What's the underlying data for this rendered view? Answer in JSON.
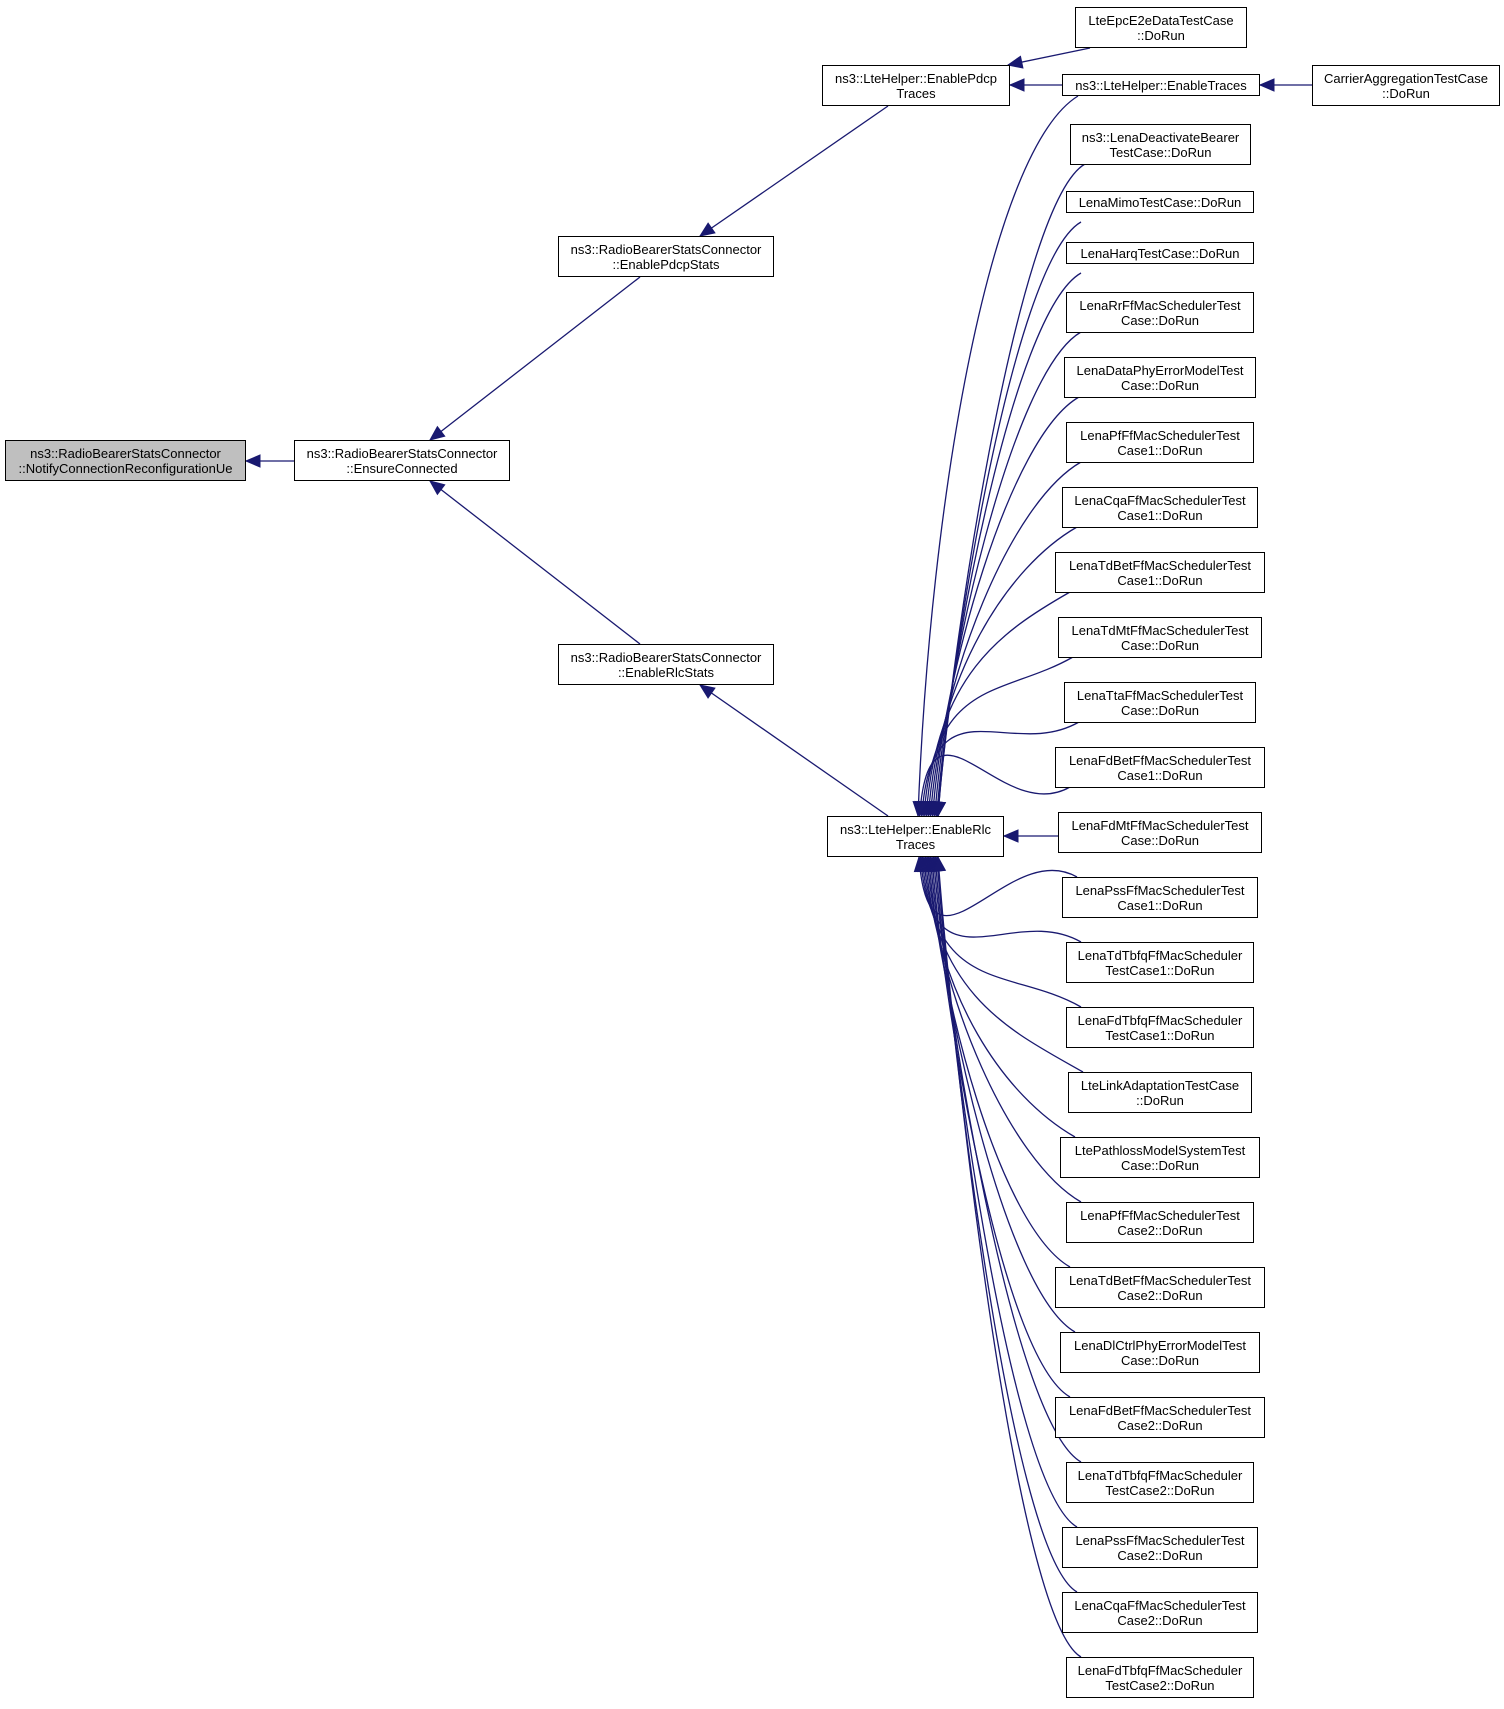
{
  "colors": {
    "edge": "#191970",
    "root_fill": "#bfbfbf",
    "node_fill": "#ffffff",
    "node_border": "#000000"
  },
  "nodes": {
    "root": "ns3::RadioBearerStatsConnector\n::NotifyConnectionReconfigurationUe",
    "ensure_connected": "ns3::RadioBearerStatsConnector\n::EnsureConnected",
    "enable_pdcp_stats": "ns3::RadioBearerStatsConnector\n::EnablePdcpStats",
    "enable_rlc_stats": "ns3::RadioBearerStatsConnector\n::EnableRlcStats",
    "enable_pdcp_traces": "ns3::LteHelper::EnablePdcp\nTraces",
    "enable_rlc_traces": "ns3::LteHelper::EnableRlc\nTraces",
    "lte_epc_e2e": "LteEpcE2eDataTestCase\n::DoRun",
    "enable_traces": "ns3::LteHelper::EnableTraces",
    "carrier_aggregation": "CarrierAggregationTestCase\n::DoRun",
    "callers": [
      "ns3::LenaDeactivateBearer\nTestCase::DoRun",
      "LenaMimoTestCase::DoRun",
      "LenaHarqTestCase::DoRun",
      "LenaRrFfMacSchedulerTest\nCase::DoRun",
      "LenaDataPhyErrorModelTest\nCase::DoRun",
      "LenaPfFfMacSchedulerTest\nCase1::DoRun",
      "LenaCqaFfMacSchedulerTest\nCase1::DoRun",
      "LenaTdBetFfMacSchedulerTest\nCase1::DoRun",
      "LenaTdMtFfMacSchedulerTest\nCase::DoRun",
      "LenaTtaFfMacSchedulerTest\nCase::DoRun",
      "LenaFdBetFfMacSchedulerTest\nCase1::DoRun",
      "LenaFdMtFfMacSchedulerTest\nCase::DoRun",
      "LenaPssFfMacSchedulerTest\nCase1::DoRun",
      "LenaTdTbfqFfMacScheduler\nTestCase1::DoRun",
      "LenaFdTbfqFfMacScheduler\nTestCase1::DoRun",
      "LteLinkAdaptationTestCase\n::DoRun",
      "LtePathlossModelSystemTest\nCase::DoRun",
      "LenaPfFfMacSchedulerTest\nCase2::DoRun",
      "LenaTdBetFfMacSchedulerTest\nCase2::DoRun",
      "LenaDlCtrlPhyErrorModelTest\nCase::DoRun",
      "LenaFdBetFfMacSchedulerTest\nCase2::DoRun",
      "LenaTdTbfqFfMacScheduler\nTestCase2::DoRun",
      "LenaPssFfMacSchedulerTest\nCase2::DoRun",
      "LenaCqaFfMacSchedulerTest\nCase2::DoRun",
      "LenaFdTbfqFfMacScheduler\nTestCase2::DoRun"
    ]
  }
}
